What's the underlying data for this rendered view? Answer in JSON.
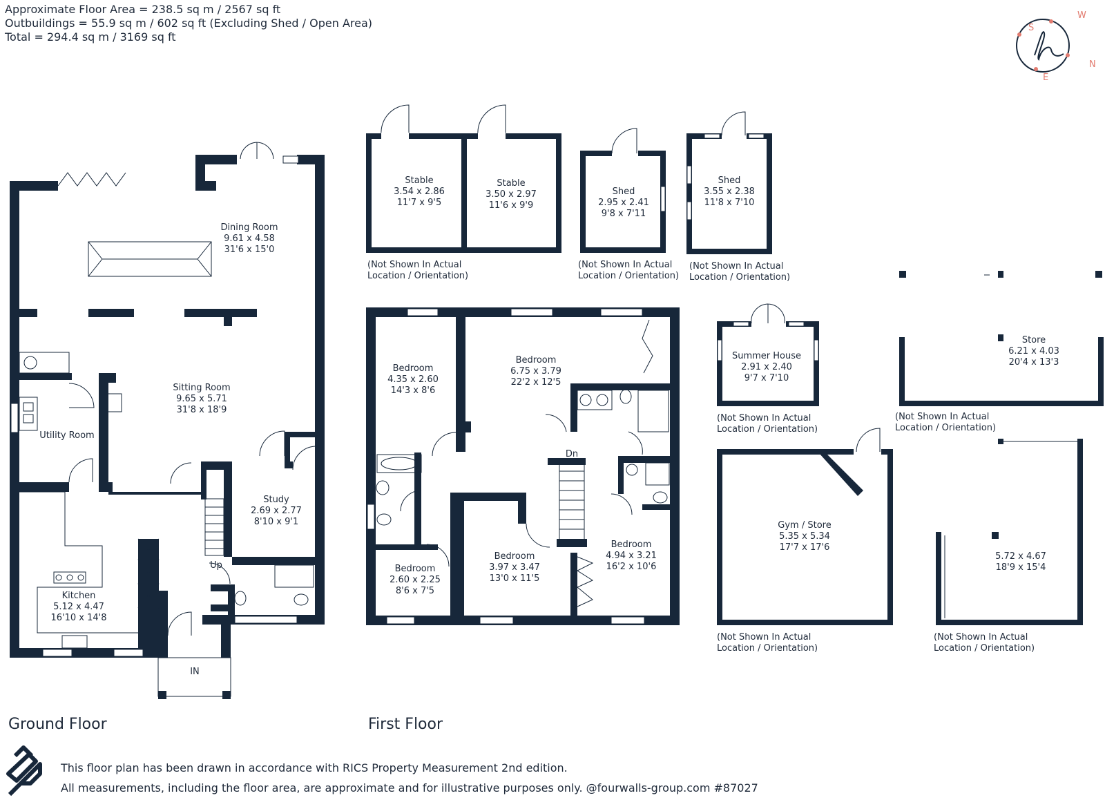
{
  "areas": {
    "line1": "Approximate Floor Area = 238.5 sq m / 2567 sq ft",
    "line2": "Outbuildings = 55.9 sq m / 602 sq ft (Excluding Shed / Open Area)",
    "line3": "Total = 294.4 sq m / 3169 sq ft"
  },
  "compass": {
    "s": "S",
    "w": "W",
    "n": "N",
    "e": "E",
    "logo": "h"
  },
  "floors": {
    "ground": "Ground Floor",
    "first": "First Floor"
  },
  "note": {
    "l1": "(Not Shown In Actual",
    "l2": "Location / Orientation)"
  },
  "ground": {
    "dining": [
      "Dining Room",
      "9.61 x 4.58",
      "31'6 x 15'0"
    ],
    "sitting": [
      "Sitting Room",
      "9.65 x 5.71",
      "31'8 x 18'9"
    ],
    "utility": "Utility Room",
    "study": [
      "Study",
      "2.69 x 2.77",
      "8'10 x 9'1"
    ],
    "kitchen": [
      "Kitchen",
      "5.12 x 4.47",
      "16'10 x 14'8"
    ],
    "up": "Up",
    "entrance": "IN"
  },
  "first": {
    "bed1": [
      "Bedroom",
      "4.35 x 2.60",
      "14'3 x 8'6"
    ],
    "bed2": [
      "Bedroom",
      "6.75 x 3.79",
      "22'2 x 12'5"
    ],
    "bed3": [
      "Bedroom",
      "2.60 x 2.25",
      "8'6 x 7'5"
    ],
    "bed4": [
      "Bedroom",
      "3.97 x 3.47",
      "13'0 x 11'5"
    ],
    "bed5": [
      "Bedroom",
      "4.94 x 3.21",
      "16'2 x 10'6"
    ],
    "dn": "Dn"
  },
  "outbuildings": {
    "stable1": [
      "Stable",
      "3.54 x 2.86",
      "11'7 x 9'5"
    ],
    "stable2": [
      "Stable",
      "3.50 x 2.97",
      "11'6 x 9'9"
    ],
    "shed1": [
      "Shed",
      "2.95 x 2.41",
      "9'8 x 7'11"
    ],
    "shed2": [
      "Shed",
      "3.55 x 2.38",
      "11'8 x 7'10"
    ],
    "summer": [
      "Summer House",
      "2.91 x 2.40",
      "9'7 x 7'10"
    ],
    "store": [
      "Store",
      "6.21 x 4.03",
      "20'4 x 13'3"
    ],
    "gym": [
      "Gym / Store",
      "5.35 x 5.34",
      "17'7 x 17'6"
    ],
    "open": [
      "5.72 x 4.67",
      "18'9 x 15'4"
    ]
  },
  "footer": {
    "line1": "This floor plan has been drawn in accordance with RICS Property Measurement 2nd edition.",
    "line2": "All measurements, including the floor area, are approximate and for illustrative purposes only. @fourwalls-group.com #87027"
  }
}
